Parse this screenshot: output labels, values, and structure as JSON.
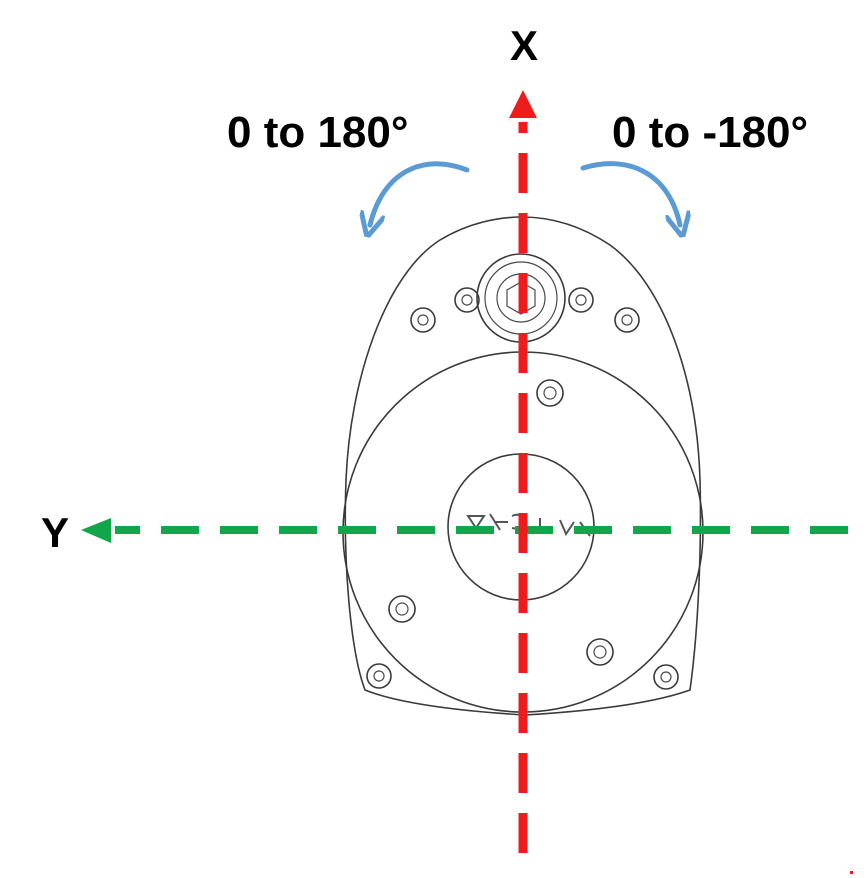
{
  "labels": {
    "x_axis": "X",
    "y_axis": "Y",
    "rotation_ccw": "0 to 180°",
    "rotation_cw": "0 to -180°"
  },
  "colors": {
    "x_axis": "#ee1c1c",
    "y_axis": "#12a64a",
    "rotation_arrows": "#5b9bd5"
  },
  "icons": {
    "device": "motor-module-top-view",
    "ccw_arrow": "curved-arrow-counterclockwise-icon",
    "cw_arrow": "curved-arrow-clockwise-icon"
  }
}
